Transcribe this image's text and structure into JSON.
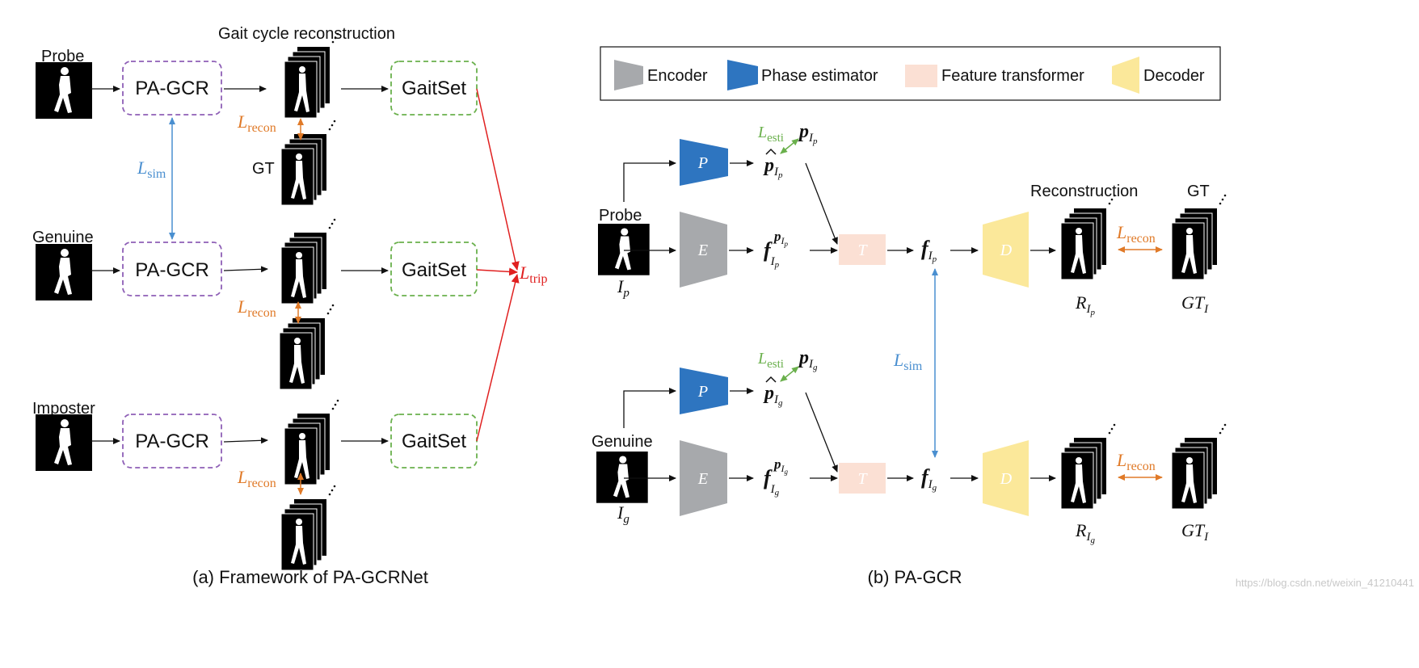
{
  "colors": {
    "purple": "#8e5fb6",
    "green": "#6ab04c",
    "orange": "#e07a28",
    "blue": "#4a8fd0",
    "red": "#e02020",
    "esti_green": "#6ab04c",
    "encoder_gray": "#a7a9ac",
    "phase_blue": "#2e75c0",
    "transformer_pink": "#fbe0d4",
    "decoder_yellow": "#fbe89a"
  },
  "panel_a": {
    "caption": "(a) Framework of PA-GCRNet",
    "top_label": "Gait cycle reconstruction",
    "inputs": [
      "Probe",
      "Genuine",
      "Imposter"
    ],
    "gcr_box": "PA-GCR",
    "gaitset_box": "GaitSet",
    "gt_label": "GT",
    "loss_recon": {
      "base": "L",
      "sub": "recon"
    },
    "loss_sim": {
      "base": "L",
      "sub": "sim"
    },
    "loss_trip": {
      "base": "L",
      "sub": "trip"
    }
  },
  "panel_b": {
    "caption": "(b) PA-GCR",
    "legend": {
      "encoder": "Encoder",
      "phase": "Phase estimator",
      "transformer": "Feature transformer",
      "decoder": "Decoder"
    },
    "inputs": [
      "Probe",
      "Genuine"
    ],
    "input_sym": [
      {
        "base": "I",
        "sub": "p"
      },
      {
        "base": "I",
        "sub": "g"
      }
    ],
    "block_P": "P",
    "block_E": "E",
    "block_T": "T",
    "block_D": "D",
    "recon_label": "Reconstruction",
    "gt_label": "GT",
    "loss_esti": {
      "base": "L",
      "sub": "esti"
    },
    "loss_recon": {
      "base": "L",
      "sub": "recon"
    },
    "loss_sim": {
      "base": "L",
      "sub": "sim"
    },
    "p_sym": "p",
    "f_sym": "f",
    "R_sym": "R",
    "GT_sym": "GT",
    "sub_Ip": "I",
    "sub_p": "p",
    "sub_g": "g"
  },
  "watermark": "https://blog.csdn.net/weixin_41210441"
}
